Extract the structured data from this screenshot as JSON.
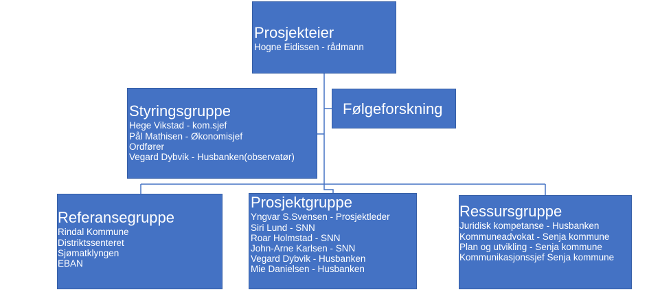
{
  "owner": {
    "title": "Prosjekteier",
    "lines": [
      "Hogne Eidissen - rådmann"
    ]
  },
  "steering": {
    "title": "Styringsgruppe",
    "lines": [
      "Hege Vikstad - kom.sjef",
      "Pål Mathisen - Økonomisjef",
      "Ordfører",
      "Vegard Dybvik - Husbanken(observatør)"
    ]
  },
  "research": {
    "title": "Følgeforskning"
  },
  "reference": {
    "title": "Referansegruppe",
    "lines": [
      "Rindal Kommune",
      "Distriktssenteret",
      "Sjømatklyngen",
      "EBAN"
    ]
  },
  "project": {
    "title": "Prosjektgruppe",
    "lines": [
      "Yngvar S.Svensen - Prosjektleder",
      "Siri Lund - SNN",
      "Roar Holmstad - SNN",
      "John-Arne Karlsen - SNN",
      "Vegard Dybvik - Husbanken",
      "Mie Danielsen  - Husbanken"
    ]
  },
  "resource": {
    "title": "Ressursgruppe",
    "lines": [
      "Juridisk kompetanse - Husbanken",
      "Kommuneadvokat - Senja kommune",
      "Plan og utvikling - Senja kommune",
      "Kommunikasjonssjef Senja kommune"
    ]
  }
}
